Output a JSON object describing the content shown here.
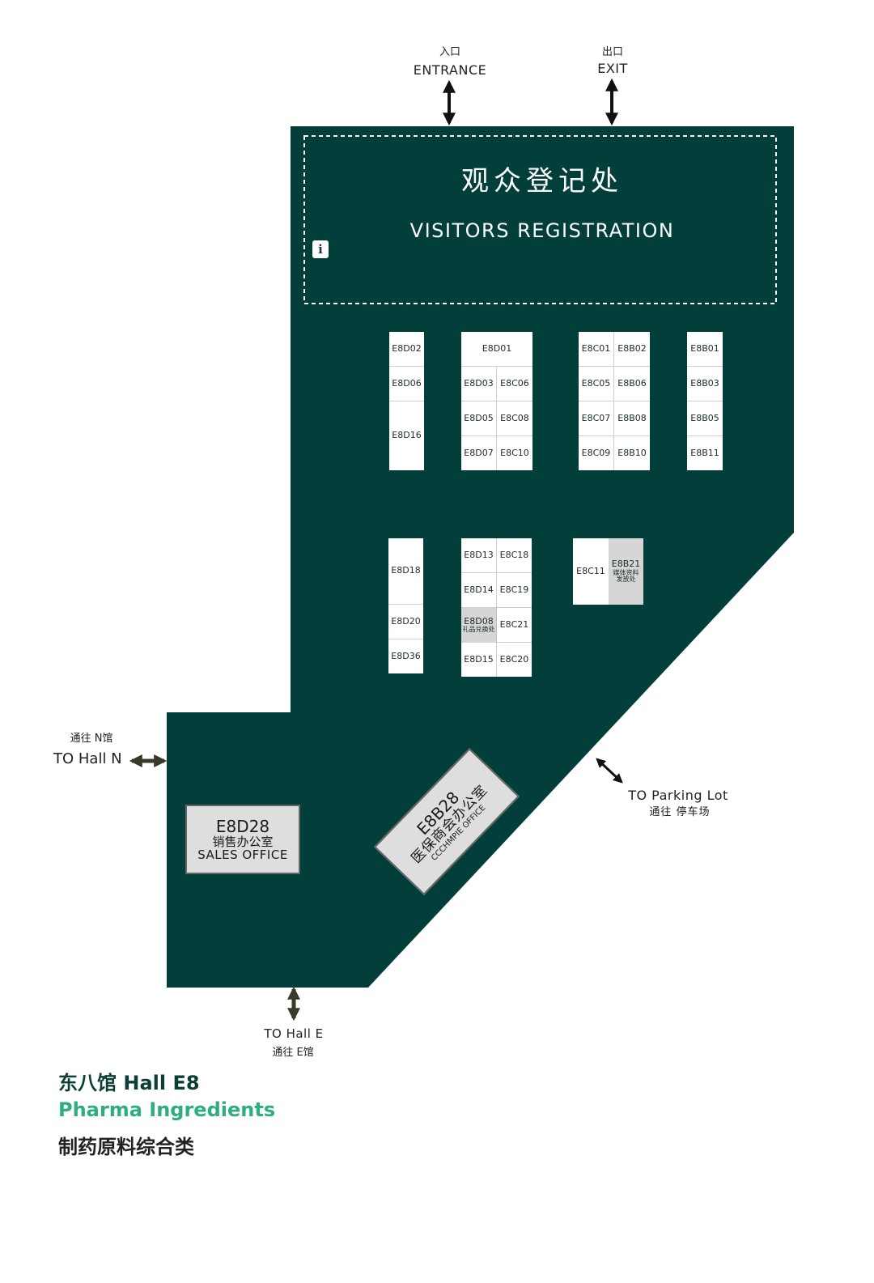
{
  "entrance": {
    "cn": "入口",
    "en": "ENTRANCE"
  },
  "exit": {
    "cn": "出口",
    "en": "EXIT"
  },
  "registration": {
    "cn": "观众登记处",
    "en": "VISITORS REGISTRATION"
  },
  "info_icon_glyph": "i",
  "booths": {
    "d02": "E8D02",
    "d06": "E8D06",
    "d16": "E8D16",
    "d01": "E8D01",
    "d03": "E8D03",
    "c06": "E8C06",
    "d05": "E8D05",
    "c08": "E8C08",
    "d07": "E8D07",
    "c10": "E8C10",
    "c01": "E8C01",
    "b02": "E8B02",
    "c05": "E8C05",
    "b06": "E8B06",
    "c07": "E8C07",
    "b08": "E8B08",
    "c09": "E8C09",
    "b10": "E8B10",
    "b01": "E8B01",
    "b03": "E8B03",
    "b05": "E8B05",
    "b11": "E8B11",
    "d18": "E8D18",
    "d20": "E8D20",
    "d36": "E8D36",
    "d13": "E8D13",
    "c18": "E8C18",
    "d14": "E8D14",
    "c19": "E8C19",
    "d08": "E8D08",
    "d08_sub": "礼品兑换处",
    "c21": "E8C21",
    "d15": "E8D15",
    "c20": "E8C20",
    "c11": "E8C11",
    "b21": "E8B21",
    "b21_sub1": "媒体资料",
    "b21_sub2": "发放处"
  },
  "to_hall_n": {
    "cn": "通往 N馆",
    "en": "TO Hall N"
  },
  "to_parking": {
    "en": "TO Parking Lot",
    "cn": "通往 停车场"
  },
  "to_hall_e": {
    "en": "TO Hall E",
    "cn": "通往 E馆"
  },
  "sales_office": {
    "code": "E8D28",
    "cn": "销售办公室",
    "en": "SALES OFFICE"
  },
  "chamber_office": {
    "code": "E8B28",
    "cn": "医保商会办公室",
    "en": "CCCHMPIE OFFICE"
  },
  "legend": {
    "line1": "东八馆  Hall E8",
    "line2": "Pharma Ingredients",
    "line3": "制药原料综合类"
  },
  "colors": {
    "hall": "#023f3a",
    "accent_green": "#2cae7e",
    "arrow_dark": "#3a3a2a",
    "booth_grey": "#d6d6d6"
  }
}
